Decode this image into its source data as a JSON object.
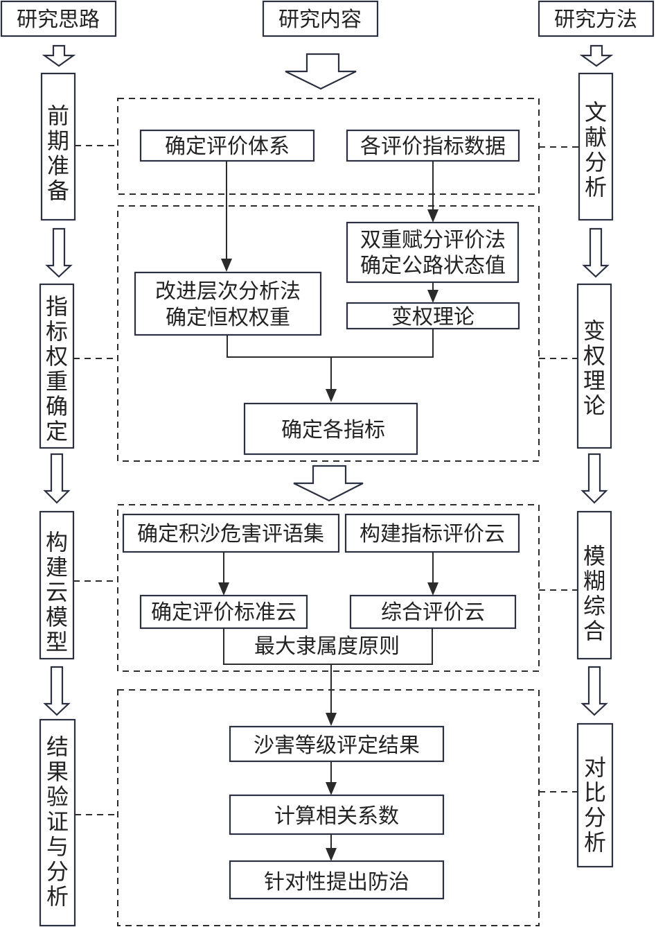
{
  "headers": {
    "left": "研究思路",
    "center": "研究内容",
    "right": "研究方法"
  },
  "left_column": [
    {
      "label": "前期准备"
    },
    {
      "label": "指标权重确定"
    },
    {
      "label": "构建云模型"
    },
    {
      "label": "结果验证与分析"
    }
  ],
  "right_column": [
    {
      "label": "文献分析"
    },
    {
      "label": "变权理论"
    },
    {
      "label": "模糊综合"
    },
    {
      "label": "对比分析"
    }
  ],
  "stage1": {
    "eval_system": "确定评价体系",
    "indicator_data": "各评价指标数据"
  },
  "stage2": {
    "ahp_line1": "改进层次分析法",
    "ahp_line2": "确定恒权权重",
    "dual_line1": "双重赋分评价法",
    "dual_line2": "确定公路状态值",
    "variable_weight": "变权理论",
    "determine_indicators": "确定各指标"
  },
  "stage3": {
    "comment_set": "确定积沙危害评语集",
    "indicator_cloud": "构建指标评价云",
    "standard_cloud": "确定评价标准云",
    "comprehensive_cloud": "综合评价云",
    "max_membership": "最大隶属度原则"
  },
  "stage4": {
    "grade_result": "沙害等级评定结果",
    "correlation": "计算相关系数",
    "prevention": "针对性提出防治"
  }
}
